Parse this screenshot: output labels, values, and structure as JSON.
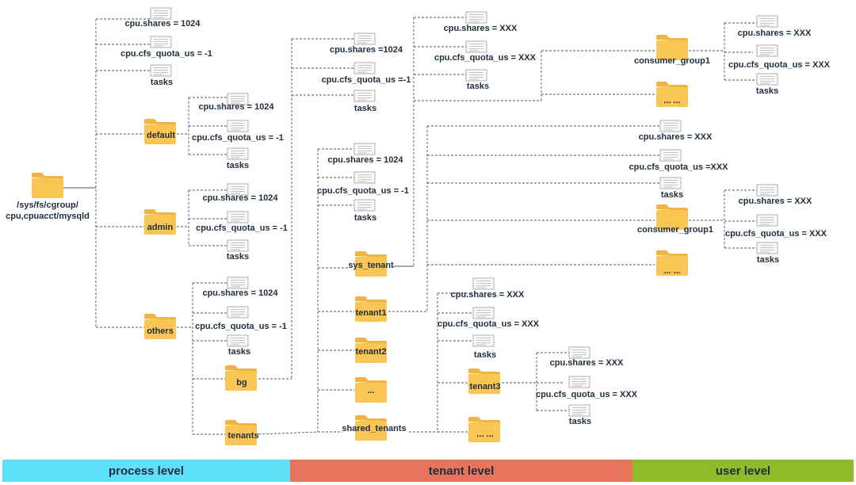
{
  "root": {
    "line1": "/sys/fs/cgroup/",
    "line2": "cpu,cpuacct/mysqld"
  },
  "groups": {
    "default": "default",
    "admin": "admin",
    "others": "others",
    "bg": "bg",
    "tenants": "tenants",
    "sys_tenant": "sys_tenant",
    "tenant1": "tenant1",
    "tenant2": "tenant2",
    "tenant_more": "...",
    "shared_tenants": "shared_tenants",
    "tenant3": "tenant3",
    "tenant_more2": "... ...",
    "consumer_group_a": "consumer_group1",
    "consumer_group_a_more": "... ...",
    "consumer_group_b": "consumer_group1",
    "consumer_group_b_more": "... ..."
  },
  "files": {
    "root_shares": "cpu.shares = 1024",
    "root_quota": "cpu.cfs_quota_us = -1",
    "root_tasks": "tasks",
    "default_shares": "cpu.shares = 1024",
    "default_quota": "cpu.cfs_quota_us = -1",
    "default_tasks": "tasks",
    "admin_shares": "cpu.shares = 1024",
    "admin_quota": "cpu.cfs_quota_us = -1",
    "admin_tasks": "tasks",
    "others_shares": "cpu.shares = 1024",
    "others_quota": "cpu.cfs_quota_us = -1",
    "others_tasks": "tasks",
    "bg_shares": "cpu.shares =1024",
    "bg_quota": "cpu.cfs_quota_us =-1",
    "bg_tasks": "tasks",
    "tenants_shares": "cpu.shares = 1024",
    "tenants_quota": "cpu.cfs_quota_us = -1",
    "tenants_tasks": "tasks",
    "sys_shares": "cpu.shares = XXX",
    "sys_quota": "cpu.cfs_quota_us = XXX",
    "sys_tasks": "tasks",
    "t1_shares": "cpu.shares = XXX",
    "t1_quota": "cpu.cfs_quota_us =XXX",
    "t1_tasks": "tasks",
    "st_shares": "cpu.shares = XXX",
    "st_quota": "cpu.cfs_quota_us = XXX",
    "st_tasks": "tasks",
    "t3_shares": "cpu.shares = XXX",
    "t3_quota": "cpu.cfs_quota_us = XXX",
    "t3_tasks": "tasks",
    "cga_shares": "cpu.shares = XXX",
    "cga_quota": "cpu.cfs_quota_us = XXX",
    "cga_tasks": "tasks",
    "cgb_shares": "cpu.shares = XXX",
    "cgb_quota": "cpu.cfs_quota_us = XXX",
    "cgb_tasks": "tasks"
  },
  "bands": {
    "process": "process level",
    "tenant": "tenant level",
    "user": "user level"
  },
  "colors": {
    "process": "#5ee0fb",
    "tenant": "#e8745c",
    "user": "#8fba2a",
    "folder": "#f9c555"
  }
}
